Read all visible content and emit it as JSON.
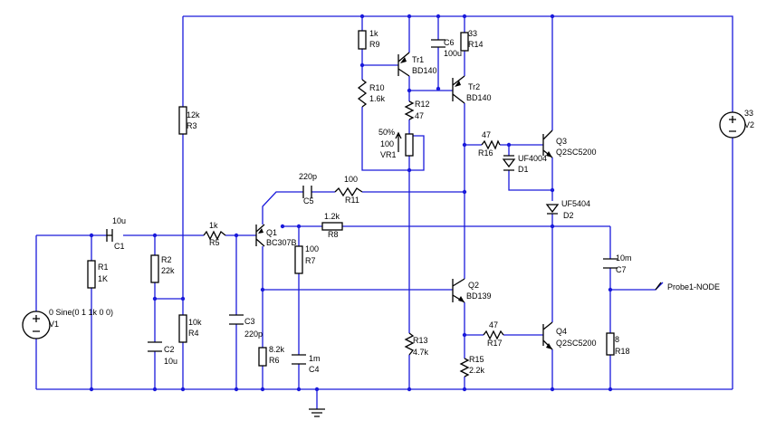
{
  "components": {
    "r1": {
      "ref": "R1",
      "value": "1K"
    },
    "r2": {
      "ref": "R2",
      "value": "22k"
    },
    "r3": {
      "ref": "R3",
      "value": "12k"
    },
    "r4": {
      "ref": "R4",
      "value": "10k"
    },
    "r5": {
      "ref": "R5",
      "value": "1k"
    },
    "r6": {
      "ref": "R6",
      "value": "8.2k"
    },
    "r7": {
      "ref": "R7",
      "value": "100"
    },
    "r8": {
      "ref": "R8",
      "value": "1.2k"
    },
    "r9": {
      "ref": "R9",
      "value": "1k"
    },
    "r10": {
      "ref": "R10",
      "value": "1.6k"
    },
    "r11": {
      "ref": "R11",
      "value": "100"
    },
    "r12": {
      "ref": "R12",
      "value": "47"
    },
    "r13": {
      "ref": "R13",
      "value": "4.7k"
    },
    "r14": {
      "ref": "R14",
      "value": "33"
    },
    "r15": {
      "ref": "R15",
      "value": "2.2k"
    },
    "r16": {
      "ref": "R16",
      "value": "47"
    },
    "r17": {
      "ref": "R17",
      "value": "47"
    },
    "r18": {
      "ref": "R18",
      "value": "8"
    },
    "c1": {
      "ref": "C1",
      "value": "10u"
    },
    "c2": {
      "ref": "C2",
      "value": "10u"
    },
    "c3": {
      "ref": "C3",
      "value": "220p"
    },
    "c4": {
      "ref": "C4",
      "value": "1m"
    },
    "c5": {
      "ref": "C5",
      "value": "220p"
    },
    "c6": {
      "ref": "C6",
      "value": "100u"
    },
    "c7": {
      "ref": "C7",
      "value": "10m"
    },
    "q1": {
      "ref": "Q1",
      "value": "BC307B"
    },
    "q2": {
      "ref": "Q2",
      "value": "BD139"
    },
    "q3": {
      "ref": "Q3",
      "value": "Q2SC5200"
    },
    "q4": {
      "ref": "Q4",
      "value": "Q2SC5200"
    },
    "tr1": {
      "ref": "Tr1",
      "value": "BD140"
    },
    "tr2": {
      "ref": "Tr2",
      "value": "BD140"
    },
    "d1": {
      "ref": "D1",
      "value": "UF4004"
    },
    "d2": {
      "ref": "D2",
      "value": "UF5404"
    },
    "vr1": {
      "ref": "VR1",
      "value": "100",
      "setting": "50%"
    },
    "v1": {
      "ref": "V1",
      "value": "0 Sine(0 1 1k 0 0)"
    },
    "v2": {
      "ref": "V2",
      "value": "33"
    }
  },
  "probe": {
    "label": "Probe1-NODE"
  },
  "colors": {
    "wire": "#1a1adb",
    "component": "#000000",
    "background": "#ffffff"
  }
}
